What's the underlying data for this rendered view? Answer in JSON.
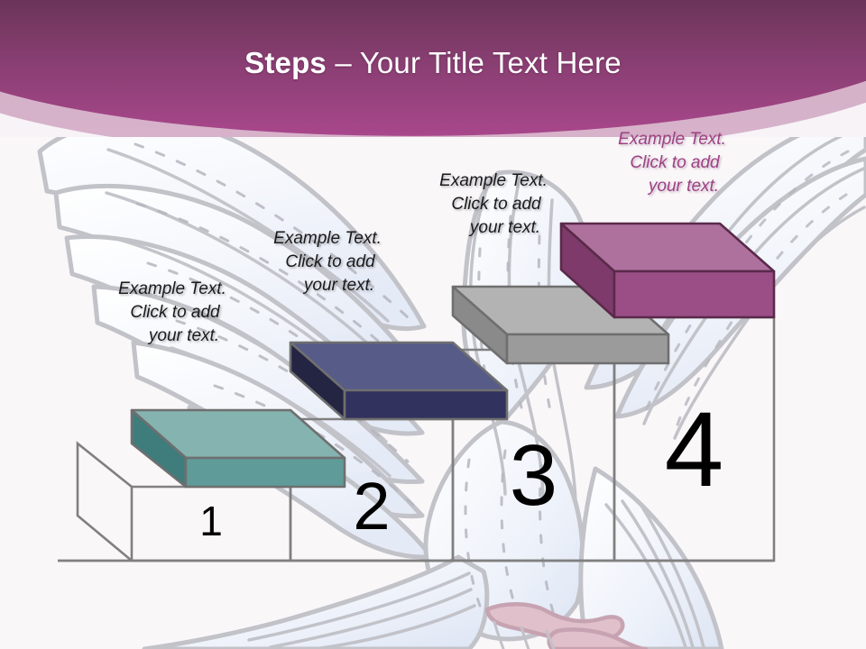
{
  "slide": {
    "title_bold": "Steps",
    "title_rest": " – Your Title Text Here",
    "title_full": "Steps – Your Title Text Here"
  },
  "theme": {
    "header_top": "#6b3459",
    "header_bottom": "#a9478c",
    "header_arc": "#d9b8ce",
    "body_bg": "#faf7f9",
    "artwork_line": "#bdbdc4",
    "artwork_fill": "#eef1f8",
    "artwork_foot": "#d9b9c4",
    "riser_outline": "#808080",
    "callout_text": "#1a1a1a",
    "callout_text_pink": "#9e4183"
  },
  "steps": [
    {
      "number": "1",
      "callout": {
        "line1": "Example Text.",
        "line2": "Click  to add",
        "line3": "your text."
      },
      "color_top": "#84b3b0",
      "color_front": "#5f9b99",
      "color_side": "#3f7c7c",
      "outline": "#6f6f6f",
      "text_color": "#1a1a1a"
    },
    {
      "number": "2",
      "callout": {
        "line1": "Example Text.",
        "line2": "Click  to add",
        "line3": "your text."
      },
      "color_top": "#575b88",
      "color_front": "#32325e",
      "color_side": "#242443",
      "outline": "#6f6f6f",
      "text_color": "#1a1a1a"
    },
    {
      "number": "3",
      "callout": {
        "line1": "Example Text.",
        "line2": "Click  to add",
        "line3": "your text."
      },
      "color_top": "#b3b3b3",
      "color_front": "#9b9b9b",
      "color_side": "#8a8a8a",
      "outline": "#6f6f6f",
      "text_color": "#1a1a1a"
    },
    {
      "number": "4",
      "callout": {
        "line1": "Example Text.",
        "line2": "Click  to add",
        "line3": "your text."
      },
      "color_top": "#ae709d",
      "color_front": "#9b4e86",
      "color_side": "#7e3a6b",
      "outline": "#5a2a4a",
      "text_color": "#9e4183"
    }
  ]
}
